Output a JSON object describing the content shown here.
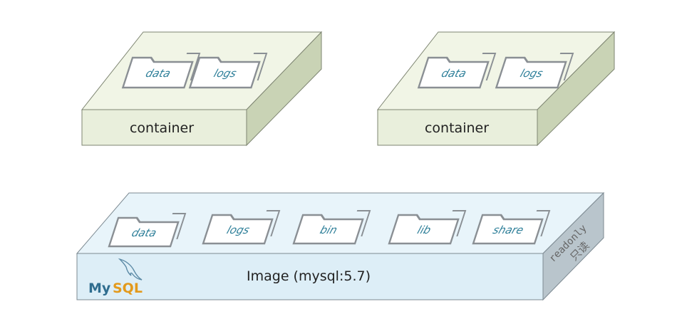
{
  "containers": [
    {
      "label": "container",
      "folders": [
        "data",
        "logs"
      ]
    },
    {
      "label": "container",
      "folders": [
        "data",
        "logs"
      ]
    }
  ],
  "image": {
    "label": "Image  (mysql:5.7)",
    "folders": [
      "data",
      "logs",
      "bin",
      "lib",
      "share"
    ],
    "side_label": "readonly",
    "side_label_cn": "只读",
    "logo": {
      "my": "My",
      "sql": "SQL"
    }
  },
  "colors": {
    "container_face": "#e9efdc",
    "container_top": "#f1f5e6",
    "container_side": "#c9d3b5",
    "image_face": "#ddeef7",
    "image_top": "#e8f4fa",
    "image_side": "#b9c5cc",
    "folder_stroke": "#8a8f94",
    "folder_text": "#2e7f99"
  }
}
